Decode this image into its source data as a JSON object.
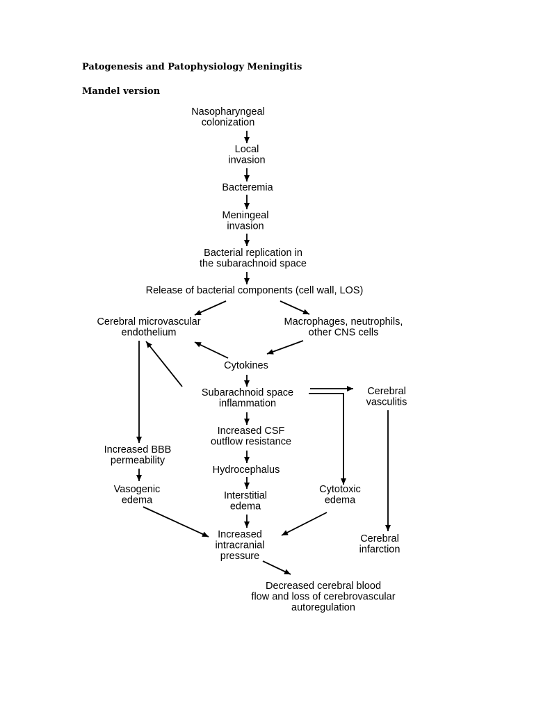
{
  "document": {
    "title": "Patogenesis and Patophysiology Meningitis",
    "subtitle": "Mandel version"
  },
  "flowchart": {
    "nodes": [
      {
        "id": "naso",
        "lines": [
          "Nasopharyngeal",
          "colonization"
        ]
      },
      {
        "id": "local",
        "lines": [
          "Local",
          "invasion"
        ]
      },
      {
        "id": "bact",
        "lines": [
          "Bacteremia"
        ]
      },
      {
        "id": "mening",
        "lines": [
          "Meningeal",
          "invasion"
        ]
      },
      {
        "id": "repl",
        "lines": [
          "Bacterial replication in",
          "the subarachnoid space"
        ]
      },
      {
        "id": "release",
        "lines": [
          "Release of bacterial components (cell wall, LOS)"
        ]
      },
      {
        "id": "cme",
        "lines": [
          "Cerebral microvascular",
          "endothelium"
        ]
      },
      {
        "id": "macro",
        "lines": [
          "Macrophages, neutrophils,",
          "other CNS cells"
        ]
      },
      {
        "id": "cyto",
        "lines": [
          "Cytokines"
        ]
      },
      {
        "id": "sai",
        "lines": [
          "Subarachnoid space",
          "inflammation"
        ]
      },
      {
        "id": "vasc",
        "lines": [
          "Cerebral",
          "vasculitis"
        ]
      },
      {
        "id": "csf",
        "lines": [
          "Increased CSF",
          "outflow resistance"
        ]
      },
      {
        "id": "bbb",
        "lines": [
          "Increased BBB",
          "permeability"
        ]
      },
      {
        "id": "hydro",
        "lines": [
          "Hydrocephalus"
        ]
      },
      {
        "id": "vaso",
        "lines": [
          "Vasogenic",
          "edema"
        ]
      },
      {
        "id": "inter",
        "lines": [
          "Interstitial",
          "edema"
        ]
      },
      {
        "id": "cytotox",
        "lines": [
          "Cytotoxic",
          "edema"
        ]
      },
      {
        "id": "icp",
        "lines": [
          "Increased",
          "intracranial",
          "pressure"
        ]
      },
      {
        "id": "infarct",
        "lines": [
          "Cerebral",
          "infarction"
        ]
      },
      {
        "id": "cbf",
        "lines": [
          "Decreased cerebral blood",
          "flow and loss of cerebrovascular",
          "autoregulation"
        ]
      }
    ],
    "edges": [
      {
        "from": "naso",
        "to": "local"
      },
      {
        "from": "local",
        "to": "bact"
      },
      {
        "from": "bact",
        "to": "mening"
      },
      {
        "from": "mening",
        "to": "repl"
      },
      {
        "from": "repl",
        "to": "release"
      },
      {
        "from": "release",
        "to": "cme"
      },
      {
        "from": "release",
        "to": "macro"
      },
      {
        "from": "macro",
        "to": "cyto"
      },
      {
        "from": "cyto",
        "to": "cme"
      },
      {
        "from": "cyto",
        "to": "sai"
      },
      {
        "from": "sai",
        "to": "cme"
      },
      {
        "from": "sai",
        "to": "vasc"
      },
      {
        "from": "sai",
        "to": "cytotox"
      },
      {
        "from": "sai",
        "to": "csf"
      },
      {
        "from": "csf",
        "to": "hydro"
      },
      {
        "from": "hydro",
        "to": "inter"
      },
      {
        "from": "inter",
        "to": "icp"
      },
      {
        "from": "cme",
        "to": "bbb"
      },
      {
        "from": "bbb",
        "to": "vaso"
      },
      {
        "from": "vaso",
        "to": "icp"
      },
      {
        "from": "cytotox",
        "to": "icp"
      },
      {
        "from": "vasc",
        "to": "infarct"
      },
      {
        "from": "icp",
        "to": "cbf"
      }
    ]
  }
}
